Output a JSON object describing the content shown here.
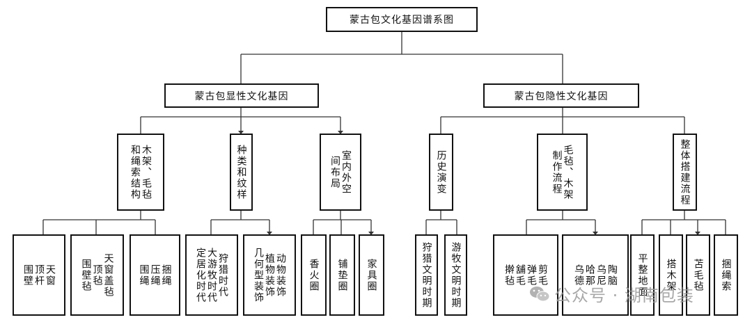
{
  "title": "蒙古包文化基因谱系图",
  "left": {
    "label": "蒙古包显性文化基因",
    "groups": [
      {
        "cols": [
          "木架、毛毡",
          "和绳索结构"
        ],
        "leaves": [
          [
            "天窗",
            "顶杆",
            "围壁"
          ],
          [
            "天窗盖毡",
            "顶毡",
            "围壁毡"
          ],
          [
            "捆绳",
            "压绳",
            "围绳"
          ]
        ]
      },
      {
        "cols": [
          "种类和纹样"
        ],
        "leaves": [
          [
            "狩猎时代",
            "大游牧时代",
            "定居化时代"
          ],
          [
            "动物装饰",
            "植物装饰",
            "几何型装饰"
          ]
        ]
      },
      {
        "cols": [
          "室内外空",
          "间布局"
        ],
        "leaves": [
          [
            "香火圈"
          ],
          [
            "铺垫圈"
          ],
          [
            "家具圈"
          ]
        ]
      }
    ]
  },
  "right": {
    "label": "蒙古包隐性文化基因",
    "groups": [
      {
        "cols": [
          "历史演变"
        ],
        "leaves": [
          [
            "狩猎文明时期"
          ],
          [
            "游牧文明时期"
          ]
        ]
      },
      {
        "cols": [
          "毛毡、木架",
          "制作流程"
        ],
        "leaves": [
          [
            "剪毛",
            "弹毛",
            "舖毛",
            "擀毡"
          ],
          [
            "陶脑",
            "乌尼",
            "哈那",
            "乌德"
          ]
        ]
      },
      {
        "cols": [
          "整体搭建流程"
        ],
        "leaves": [
          [
            "平整地面"
          ],
          [
            "搭木架"
          ],
          [
            "苫毛毡"
          ],
          [
            "捆绳索"
          ]
        ]
      }
    ]
  },
  "watermark": "公众号 · 湖南包装"
}
